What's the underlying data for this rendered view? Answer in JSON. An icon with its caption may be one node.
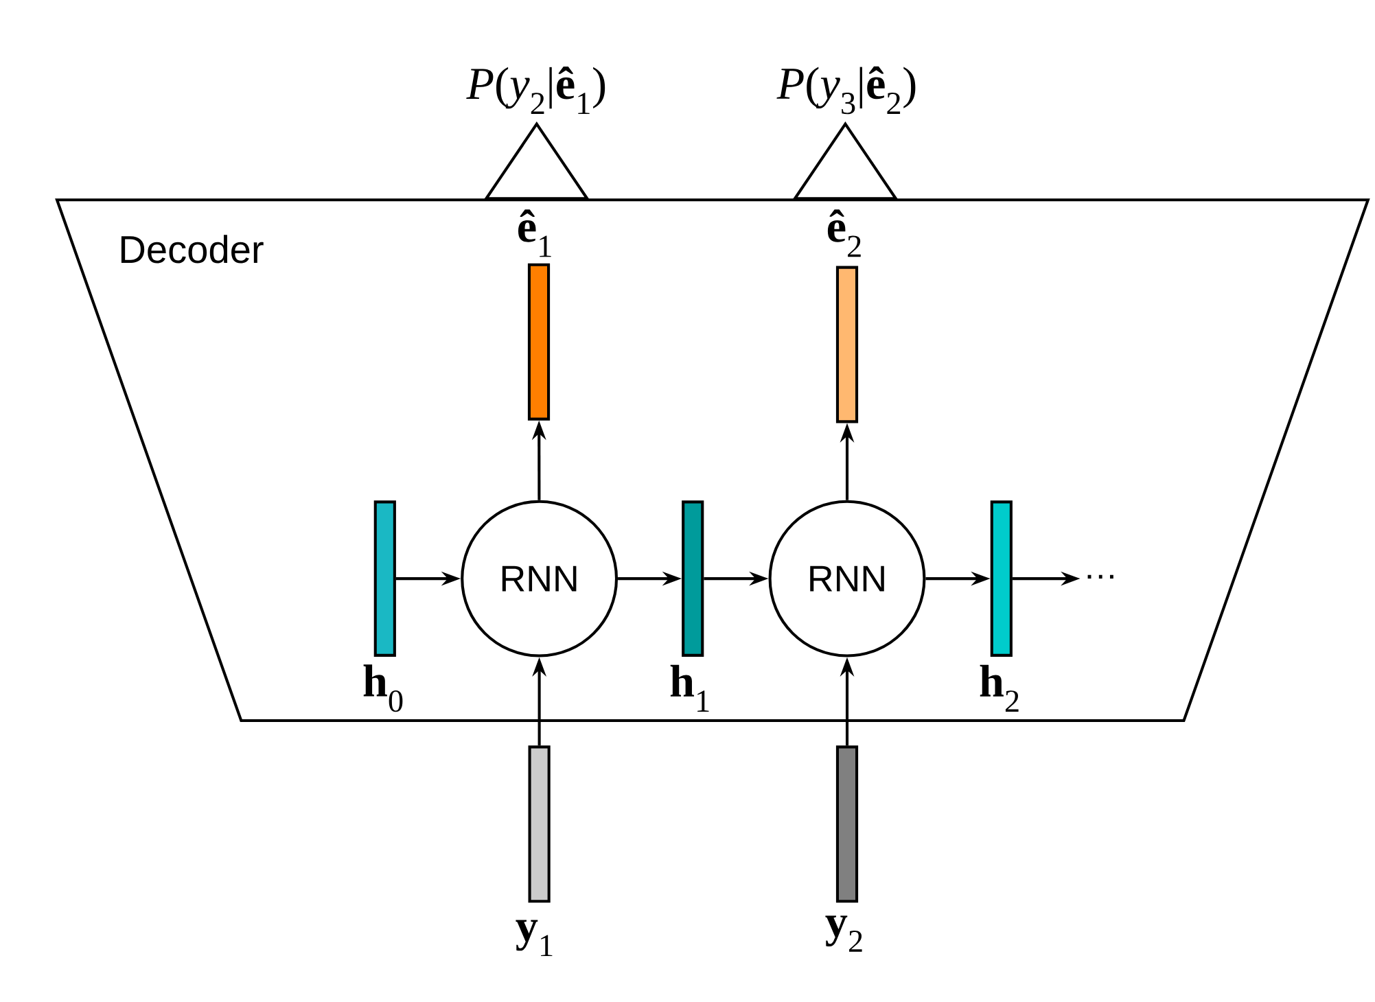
{
  "diagram": {
    "nodes": [
      {
        "text": [
          "Decoder"
        ]
      },
      {
        "text": [
          "*P*(*y*$_{2}$|**ê**$_{1}$)"
        ]
      },
      {
        "text": [
          "*P*(*y*$_{3}$|**ê**$_{2}$)"
        ]
      },
      {
        "text": [
          "**ê**$_{1}$"
        ],
        "in": 0
      },
      {
        "text": [
          "**ê**$_{2}$"
        ],
        "in": 0
      },
      {
        "text": [
          "**h**$_{0}$"
        ],
        "in": 0
      },
      {
        "text": [
          "RNN"
        ],
        "in": 0
      },
      {
        "text": [
          "**h**$_{1}$"
        ],
        "in": 0
      },
      {
        "text": [
          "RNN"
        ],
        "in": 0
      },
      {
        "text": [
          "**h**$_{2}$"
        ],
        "in": 0
      },
      {
        "text": [
          "…"
        ],
        "in": 0
      },
      {
        "text": [
          "**y**$_{1}$"
        ]
      },
      {
        "text": [
          "**y**$_{2}$"
        ]
      }
    ],
    "edges": [
      {
        "from": 5,
        "to": 6,
        "arrow": "to"
      },
      {
        "from": 6,
        "to": 7,
        "arrow": "to"
      },
      {
        "from": 7,
        "to": 8,
        "arrow": "to"
      },
      {
        "from": 8,
        "to": 9,
        "arrow": "to"
      },
      {
        "from": 9,
        "to": 10,
        "arrow": "to"
      },
      {
        "from": 11,
        "to": 6,
        "arrow": "to"
      },
      {
        "from": 12,
        "to": 8,
        "arrow": "to"
      },
      {
        "from": 6,
        "to": 3,
        "arrow": "to"
      },
      {
        "from": 8,
        "to": 4,
        "arrow": "to"
      }
    ]
  }
}
